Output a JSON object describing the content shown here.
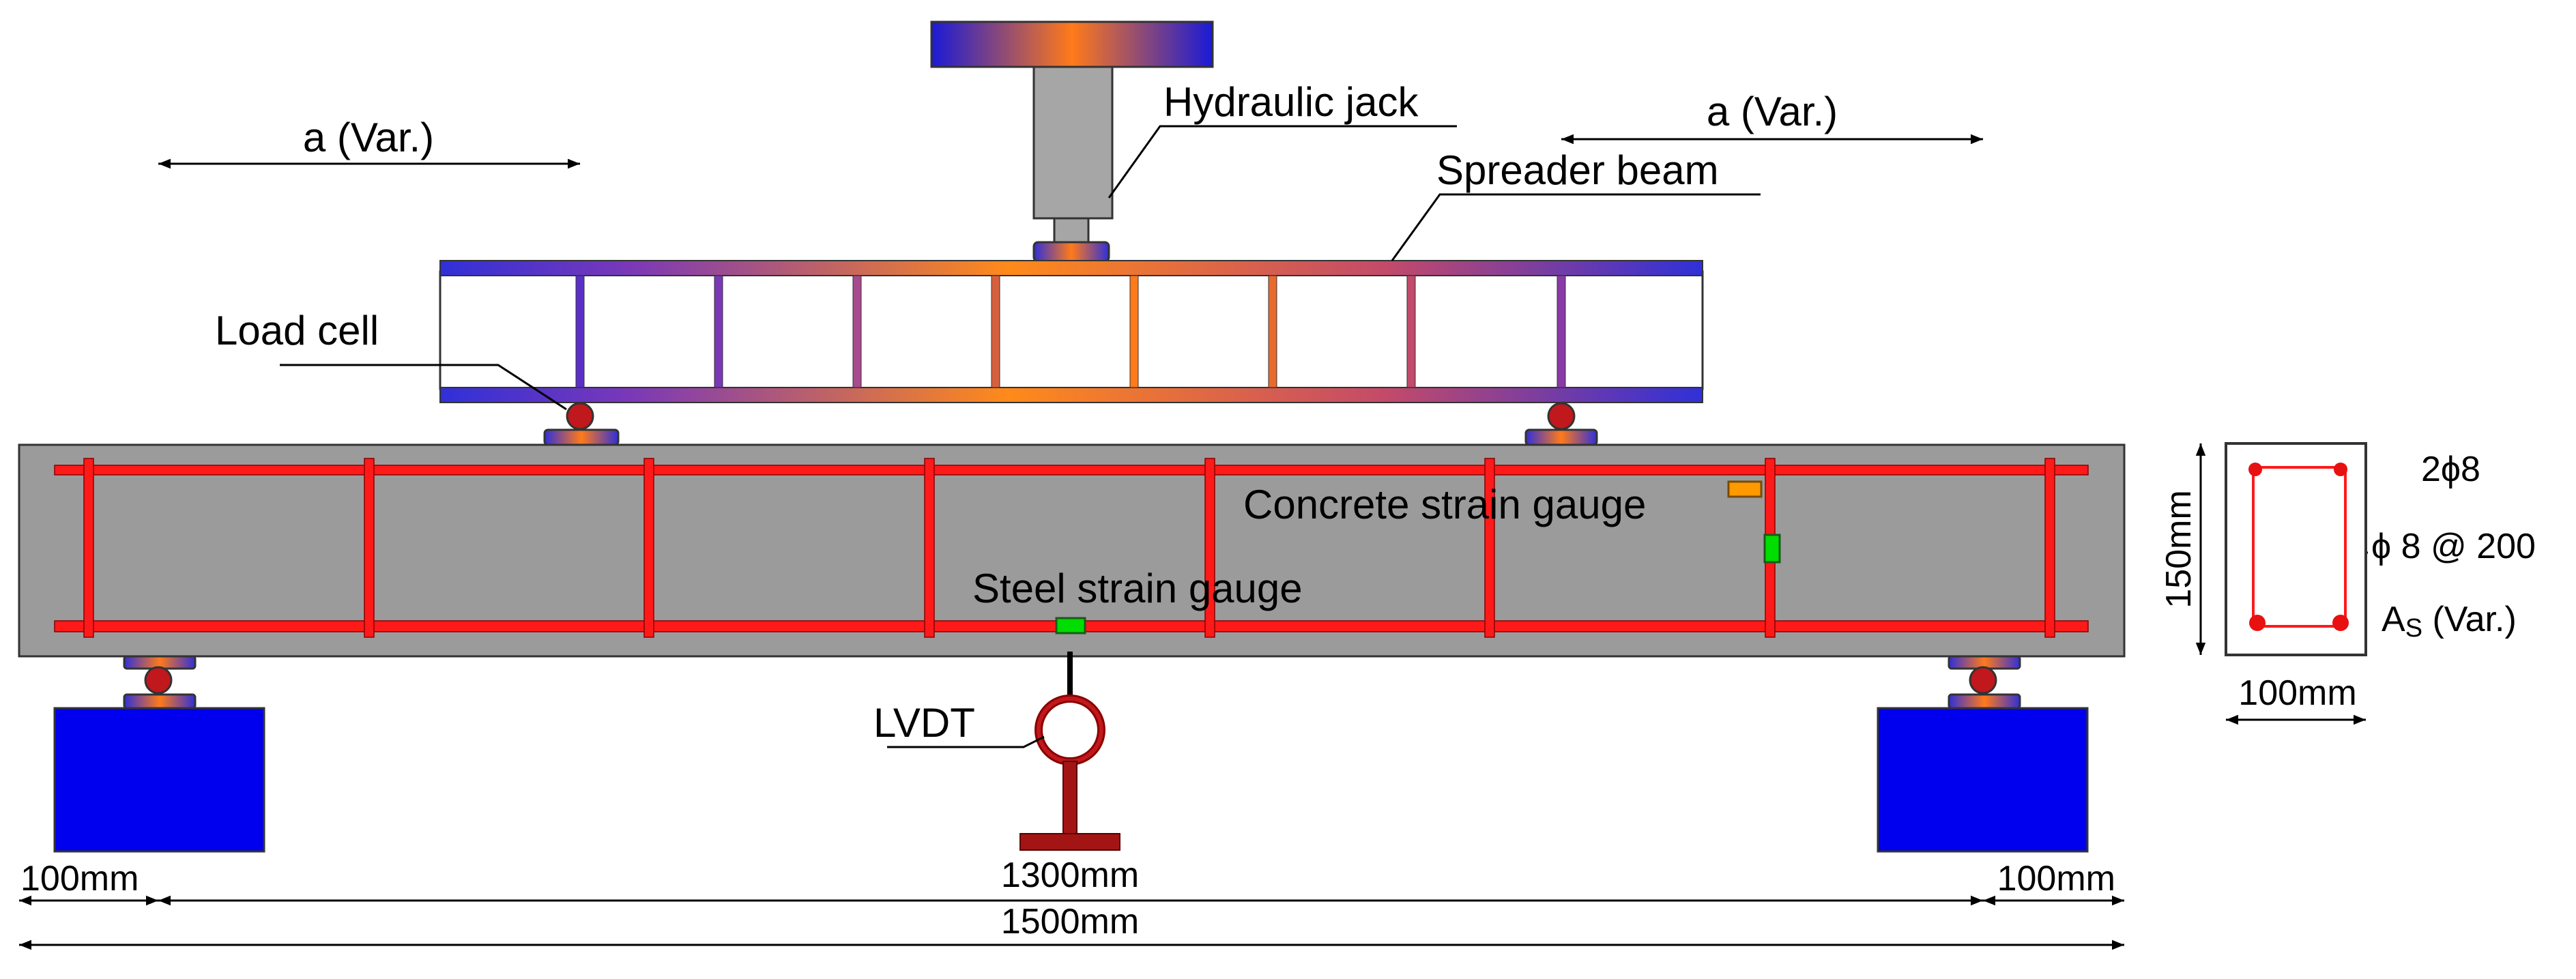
{
  "labels": {
    "hydraulic_jack": "Hydraulic jack",
    "spreader_beam": "Spreader beam",
    "load_cell": "Load cell",
    "concrete_strain_gauge": "Concrete strain gauge",
    "steel_strain_gauge": "Steel strain gauge",
    "lvdt": "LVDT"
  },
  "dimensions": {
    "shear_span_left": "a (Var.)",
    "shear_span_right": "a (Var.)",
    "overhang_left": "100mm",
    "span": "1300mm",
    "overhang_right": "100mm",
    "total_length": "1500mm"
  },
  "section": {
    "height": "150mm",
    "width": "100mm",
    "top_bars": "2ϕ8",
    "stirrups": "ϕ 8 @ 200",
    "tension_steel_prefix": "A",
    "tension_steel_sub": "S",
    "tension_steel_suffix": " (Var.)"
  },
  "colors": {
    "concrete": "#9b9b9b",
    "rebar": "#ff1a1a",
    "support_block": "#0000ee",
    "jack_body": "#a6a6a6",
    "roller": "#c0181c",
    "lvdt": "#a31515",
    "steel_gauge": "#00dd00",
    "concrete_gauge": "#ff9900",
    "gradient_blue": "#1a1ad6",
    "gradient_orange": "#ff7a1a"
  }
}
